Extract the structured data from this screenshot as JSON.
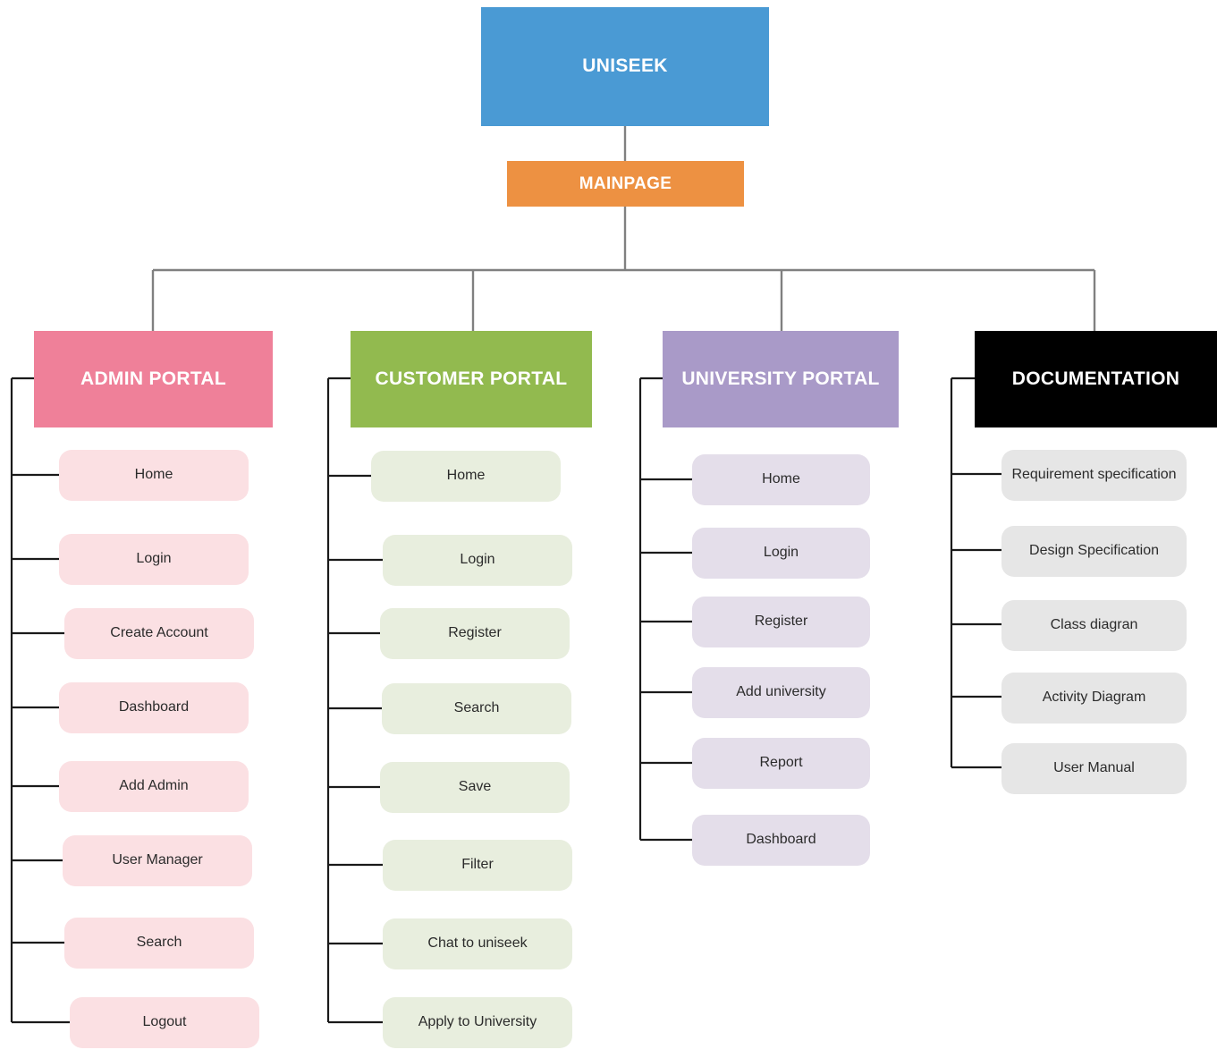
{
  "title": "UNISEEK Site Map",
  "colors": {
    "root": "#4A9AD4",
    "mainpage": "#ED9142",
    "admin": "#EF8099",
    "customer": "#92BA4F",
    "university": "#A99AC8",
    "documentation": "#000000",
    "admin_leaf": "#FBE0E3",
    "customer_leaf": "#E8EEDE",
    "university_leaf": "#E4DEEA",
    "documentation_leaf": "#E6E6E6",
    "connector": "#808080",
    "connector_dark": "#1a1a1a"
  },
  "root": {
    "label": "UNISEEK"
  },
  "mainpage": {
    "label": "MAINPAGE"
  },
  "branches": [
    {
      "key": "admin",
      "label": "ADMIN PORTAL",
      "children": [
        {
          "label": "Home"
        },
        {
          "label": "Login"
        },
        {
          "label": "Create Account"
        },
        {
          "label": "Dashboard"
        },
        {
          "label": "Add Admin"
        },
        {
          "label": "User Manager"
        },
        {
          "label": "Search"
        },
        {
          "label": "Logout"
        }
      ]
    },
    {
      "key": "customer",
      "label": "CUSTOMER PORTAL",
      "children": [
        {
          "label": "Home"
        },
        {
          "label": "Login"
        },
        {
          "label": "Register"
        },
        {
          "label": "Search"
        },
        {
          "label": "Save"
        },
        {
          "label": "Filter"
        },
        {
          "label": "Chat to uniseek"
        },
        {
          "label": "Apply to University"
        }
      ]
    },
    {
      "key": "university",
      "label": "UNIVERSITY PORTAL",
      "children": [
        {
          "label": "Home"
        },
        {
          "label": "Login"
        },
        {
          "label": "Register"
        },
        {
          "label": "Add university"
        },
        {
          "label": "Report"
        },
        {
          "label": "Dashboard"
        }
      ]
    },
    {
      "key": "documentation",
      "label": "DOCUMENTATION",
      "children": [
        {
          "label": "Requirement specification"
        },
        {
          "label": "Design Specification"
        },
        {
          "label": "Class diagran"
        },
        {
          "label": "Activity Diagram"
        },
        {
          "label": "User Manual"
        }
      ]
    }
  ]
}
